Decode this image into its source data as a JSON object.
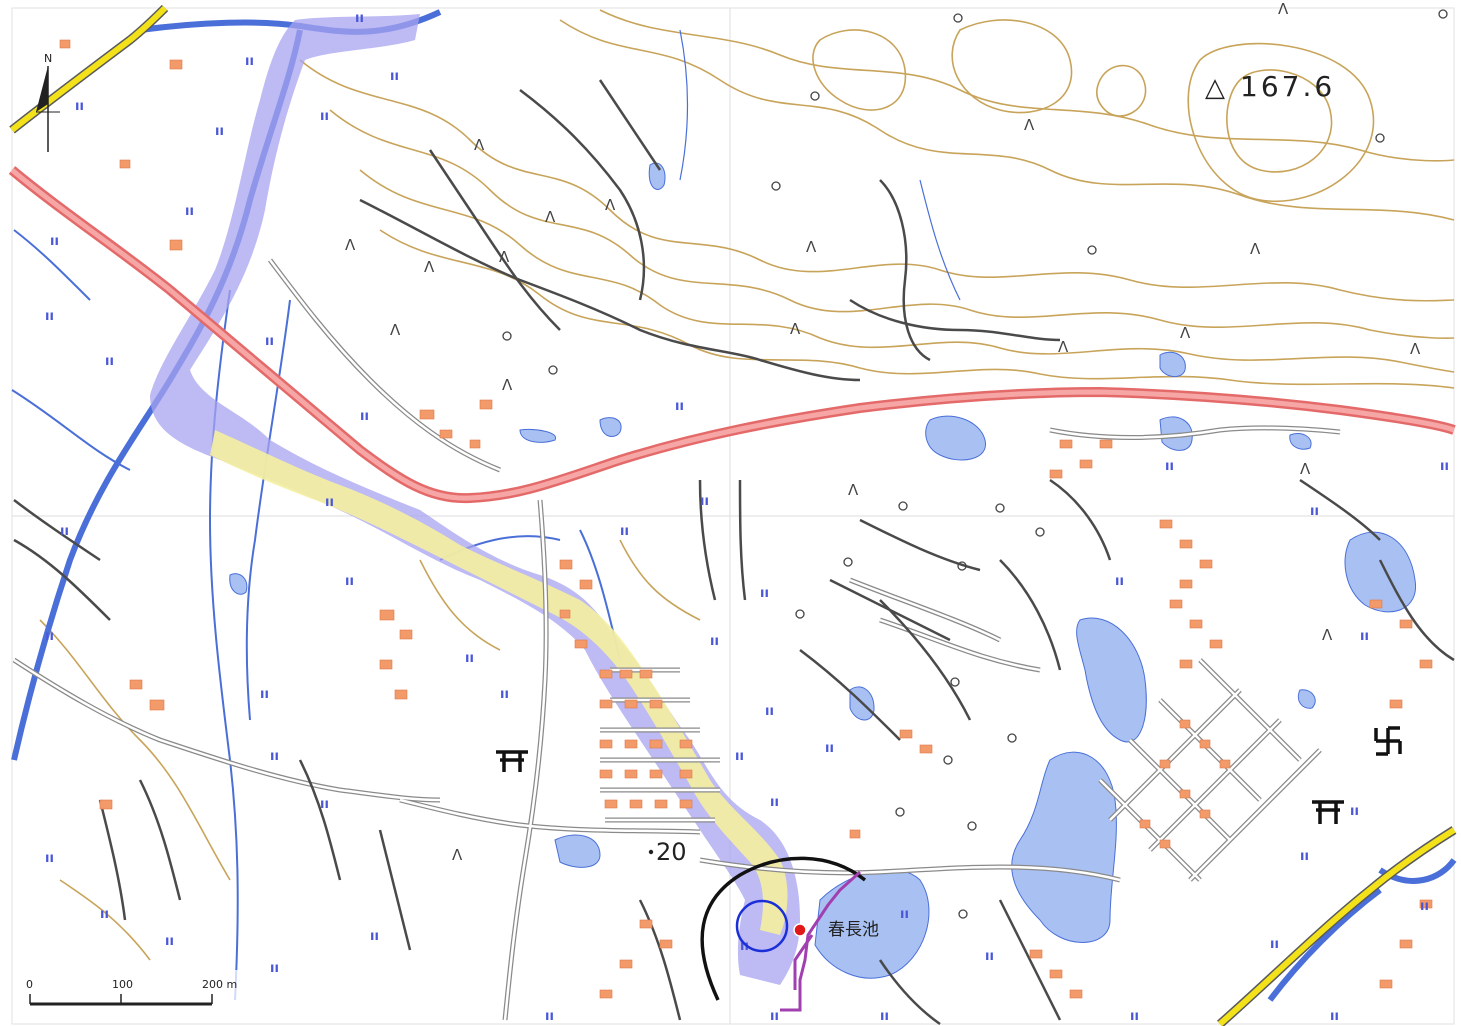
{
  "map": {
    "summit_elevation": "167.6",
    "spot_elevation": "20",
    "pond_label": "春長池",
    "north_label": "N",
    "scale": {
      "ticks": [
        "0",
        "100",
        "200 m"
      ]
    }
  },
  "colors": {
    "contour": "#c8a45a",
    "road_red": "#f07c7c",
    "road_yellow": "#f3e21a",
    "water_line": "#4a6fd8",
    "pond_fill": "#a9c1f2",
    "flood_purple": "#a7a3f0",
    "flood_yellow": "#f5f0a0",
    "building": "#f39a6a",
    "paddy": "#4a58d8"
  },
  "icons": {
    "shrine": "torii-icon",
    "temple": "manji-icon",
    "broadleaf": "broadleaf-tree-icon",
    "conifer": "conifer-tree-icon",
    "rice": "paddy-field-icon",
    "triangulation": "triangulation-point-icon",
    "dam_point": "red-dot-marker"
  }
}
